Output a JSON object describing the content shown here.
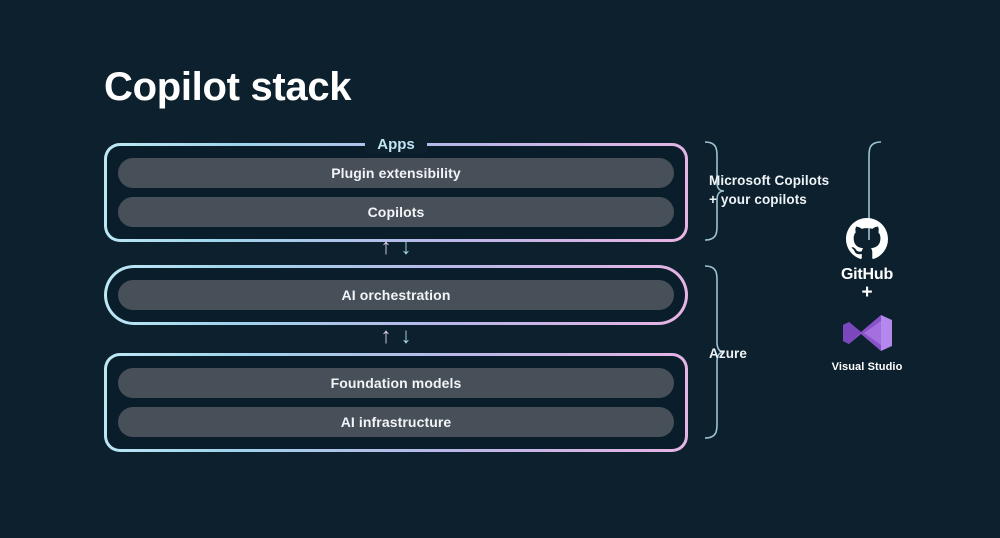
{
  "slide": {
    "title": "Copilot stack",
    "background_color": "#0c202e"
  },
  "colors": {
    "background": "#0c202e",
    "card_fill": "#0a1d2a",
    "pill_fill": "#474f58",
    "border_gradient_start": "#bfe9f5",
    "border_gradient_end": "#e7b4e4",
    "legend_text": "#bfe4f2",
    "arrow_up": "#d9cbe8",
    "arrow_down": "#a9d8ec",
    "brace": "#9fc2d4",
    "vs_purple": "#a97ae0"
  },
  "stack": {
    "groups": [
      {
        "id": "apps",
        "legend": "Apps",
        "items": [
          {
            "label": "Plugin extensibility"
          },
          {
            "label": "Copilots"
          }
        ]
      },
      {
        "id": "orchestration",
        "legend": "",
        "items": [
          {
            "label": "AI orchestration"
          }
        ]
      },
      {
        "id": "foundation",
        "legend": "",
        "items": [
          {
            "label": "Foundation models"
          },
          {
            "label": "AI infrastructure"
          }
        ]
      }
    ],
    "connectors": [
      {
        "up": "↑",
        "down": "↓"
      },
      {
        "up": "↑",
        "down": "↓"
      }
    ]
  },
  "annotations": [
    {
      "id": "copilots",
      "line1": "Microsoft Copilots",
      "line2": "+ your copilots"
    },
    {
      "id": "azure",
      "line1": "Azure",
      "line2": ""
    }
  ],
  "logos": {
    "github": {
      "caption": "GitHub",
      "icon": "github-octocat-icon"
    },
    "plus": "+",
    "visual_studio": {
      "caption": "Visual Studio",
      "icon": "visual-studio-infinity-icon"
    }
  }
}
